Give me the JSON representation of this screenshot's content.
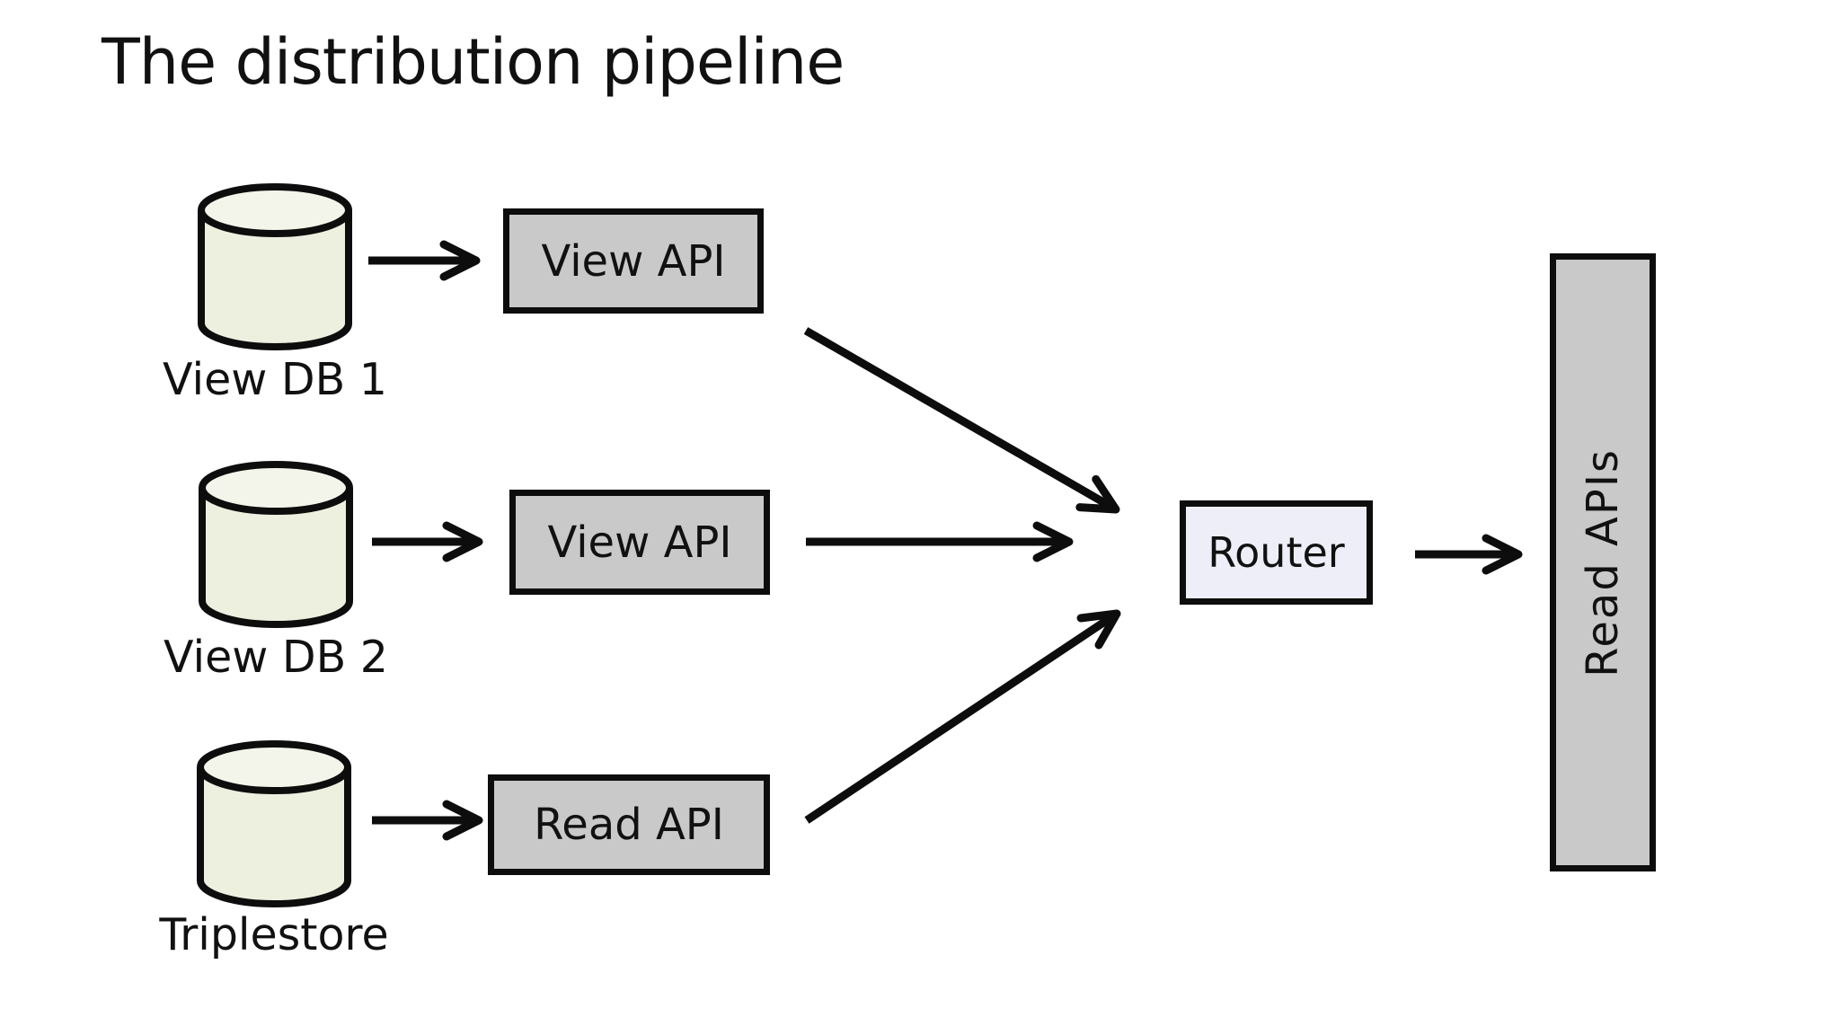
{
  "title": "The distribution pipeline",
  "nodes": {
    "databases": [
      {
        "label": "View DB 1"
      },
      {
        "label": "View DB 2"
      },
      {
        "label": "Triplestore"
      }
    ],
    "apis": [
      {
        "label": "View API"
      },
      {
        "label": "View API"
      },
      {
        "label": "Read API"
      }
    ],
    "router": {
      "label": "Router"
    },
    "read_apis": {
      "label": "Read APIs"
    }
  },
  "edges": [
    {
      "from": "View DB 1",
      "to": "View API 1"
    },
    {
      "from": "View DB 2",
      "to": "View API 2"
    },
    {
      "from": "Triplestore",
      "to": "Read API"
    },
    {
      "from": "View API 1",
      "to": "Router"
    },
    {
      "from": "View API 2",
      "to": "Router"
    },
    {
      "from": "Read API",
      "to": "Router"
    },
    {
      "from": "Router",
      "to": "Read APIs"
    }
  ],
  "colors": {
    "background": "#ffffff",
    "stroke": "#0d0d0d",
    "db_fill": "#eef0df",
    "db_top_fill": "#f4f5ea",
    "api_box_fill": "#c9c9c9",
    "router_fill": "#eeeef8",
    "text": "#111111"
  }
}
